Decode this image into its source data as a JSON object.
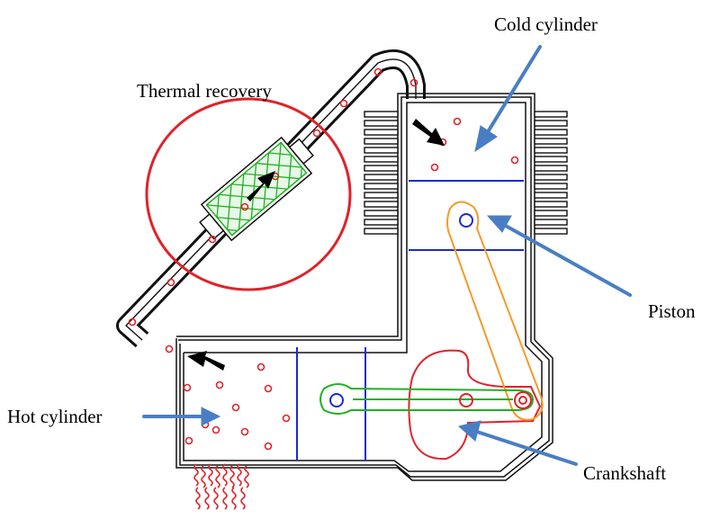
{
  "labels": {
    "thermal_recovery": "Thermal recovery",
    "cold_cylinder": "Cold cylinder",
    "piston": "Piston",
    "hot_cylinder": "Hot cylinder",
    "crankshaft": "Crankshaft"
  },
  "colors": {
    "housing": "#111111",
    "arrow_blue": "#4a7ec4",
    "highlight_red": "#e0232a",
    "regenerator_green": "#22b022",
    "piston_line_blue": "#1a2ad6",
    "connecting_rod_orange": "#f59a2a",
    "particle_red": "#e0232a",
    "flow_arrow": "#000000"
  },
  "icons": {
    "flow_arrow": "black-flow-arrow",
    "heat_source": "flame-icon"
  }
}
